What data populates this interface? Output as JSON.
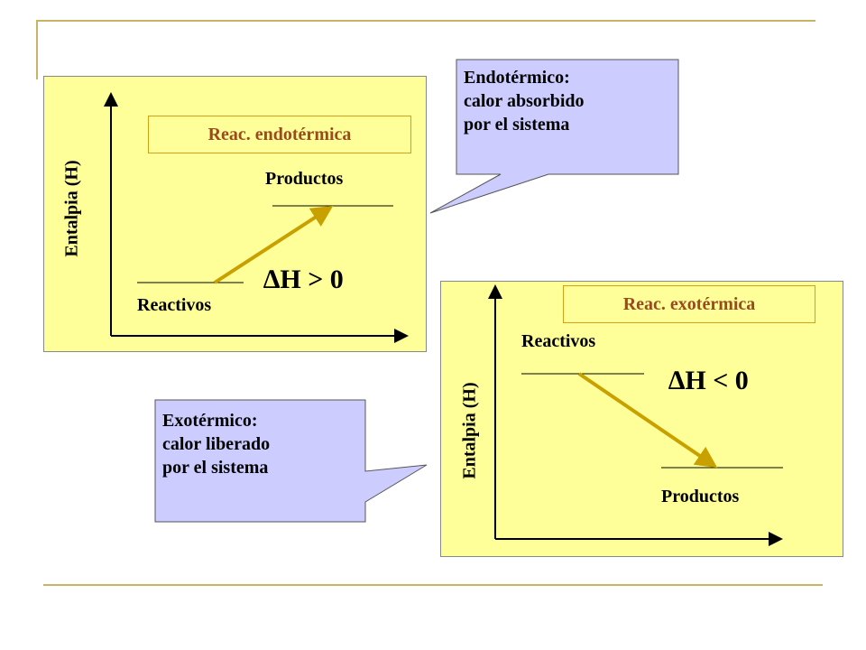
{
  "endo": {
    "tag": "Reac. endotérmica",
    "ylabel": "Entalpia (H)",
    "top_label": "Productos",
    "bottom_label": "Reactivos",
    "delta": "∆H > 0"
  },
  "exo": {
    "tag": "Reac. exotérmica",
    "ylabel": "Entalpia (H)",
    "top_label": "Reactivos",
    "bottom_label": "Productos",
    "delta": "∆H < 0"
  },
  "callout_endo": {
    "line1": "Endotérmico:",
    "line2": "calor absorbido",
    "line3": "por el sistema"
  },
  "callout_exo": {
    "line1": "Exotérmico:",
    "line2": "calor liberado",
    "line3": "por el sistema"
  },
  "colors": {
    "panel": "#ffff99",
    "callout": "#ccccff",
    "arrow": "#c8a000",
    "tag_text": "#9a4a1e",
    "rule": "#c8b464"
  }
}
